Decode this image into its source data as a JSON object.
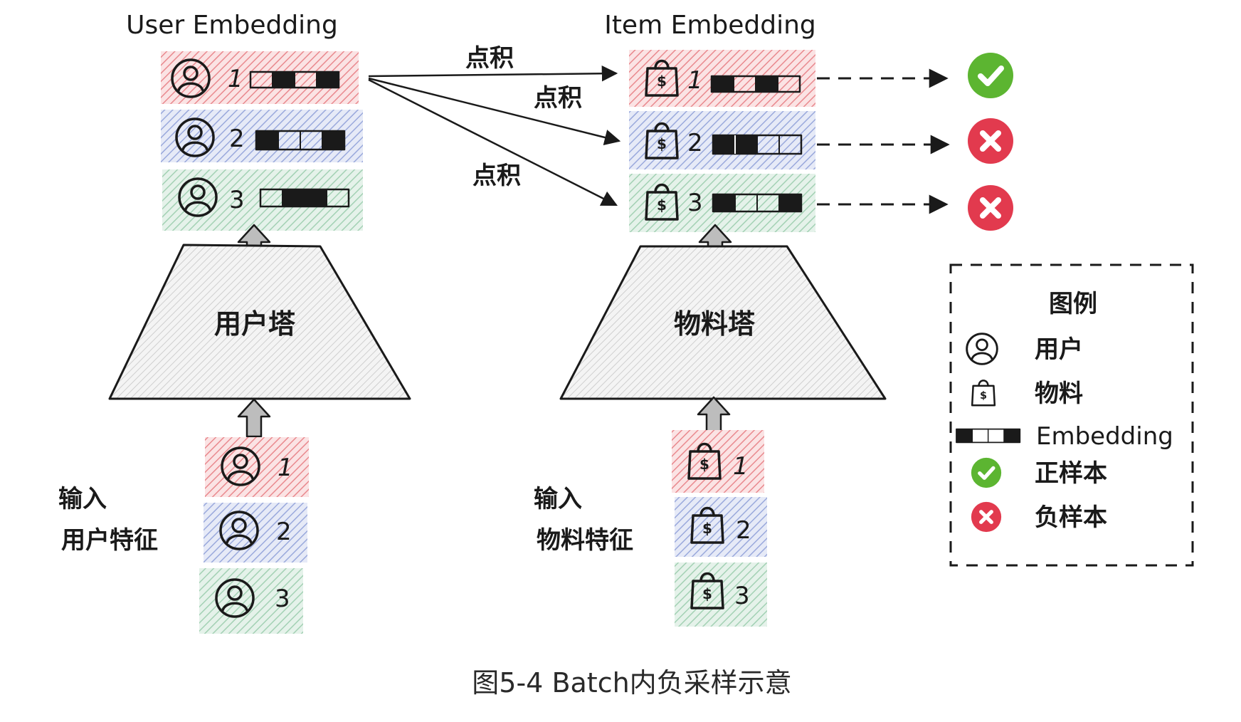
{
  "user_side": {
    "title": "User Embedding",
    "tower_label": "用户塔",
    "input_label_line1": "输入",
    "input_label_line2": "用户特征",
    "embedding_ids": [
      "1",
      "2",
      "3"
    ],
    "input_ids": [
      "1",
      "2",
      "3"
    ]
  },
  "item_side": {
    "title": "Item Embedding",
    "tower_label": "物料塔",
    "input_label_line1": "输入",
    "input_label_line2": "物料特征",
    "embedding_ids": [
      "1",
      "2",
      "3"
    ],
    "input_ids": [
      "1",
      "2",
      "3"
    ]
  },
  "dot_product_labels": [
    "点积",
    "点积",
    "点积"
  ],
  "results": [
    {
      "label": "positive",
      "icon": "check-icon"
    },
    {
      "label": "negative",
      "icon": "cross-icon"
    },
    {
      "label": "negative",
      "icon": "cross-icon"
    }
  ],
  "legend": {
    "title": "图例",
    "user": "用户",
    "item": "物料",
    "embedding": "Embedding",
    "positive": "正样本",
    "negative": "负样本"
  },
  "caption": "图5-4 Batch内负采样示意",
  "colors": {
    "row_red": "#f2aeb0",
    "row_blue": "#b7c3e8",
    "row_green": "#b9dcc6",
    "positive": "#5cb531",
    "negative": "#e23a4e",
    "tower_fill": "#e8e8e8",
    "ink": "#1a1a1a"
  }
}
